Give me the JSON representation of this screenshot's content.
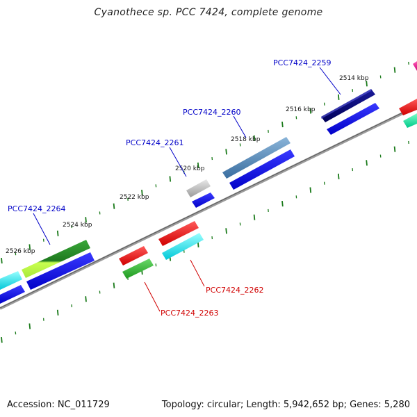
{
  "title": "Cyanothece sp. PCC 7424, complete genome",
  "footer": {
    "accession": "Accession: NC_011729",
    "summary": "Topology: circular; Length: 5,942,652 bp; Genes: 5,280"
  },
  "colors": {
    "backbone": "#7f7f7f",
    "tick": "#1a7a1a",
    "forward_label": "#0000c8",
    "reverse_label": "#d00000"
  },
  "kbp_labels": [
    "2514 kbp",
    "2516 kbp",
    "2518 kbp",
    "2520 kbp",
    "2522 kbp",
    "2524 kbp",
    "2526 kbp"
  ],
  "gene_labels": {
    "g2259": "PCC7424_2259",
    "g2260": "PCC7424_2260",
    "g2261": "PCC7424_2261",
    "g2262": "PCC7424_2262",
    "g2263": "PCC7424_2263",
    "g2264": "PCC7424_2264"
  }
}
